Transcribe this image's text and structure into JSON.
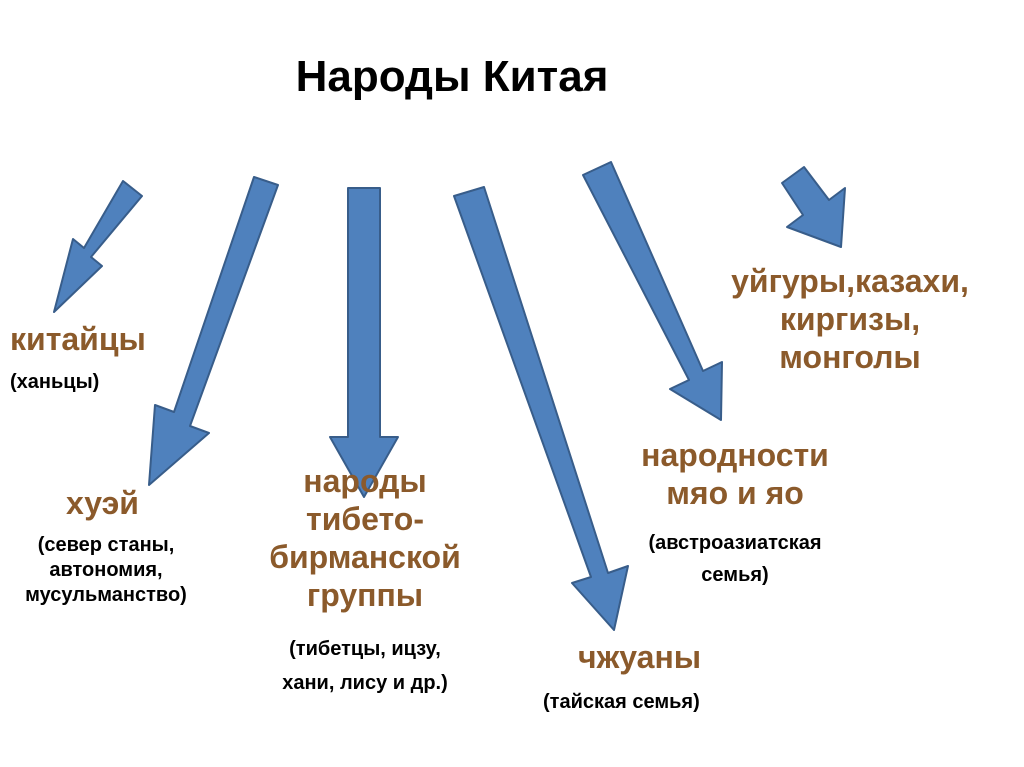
{
  "title": "Народы Китая",
  "colors": {
    "arrow_fill": "#4f81bd",
    "arrow_stroke": "#385d8a",
    "group_text": "#8b5a2b",
    "note_text": "#000000"
  },
  "groups": [
    {
      "name": "китайцы",
      "note": "(ханьцы)"
    },
    {
      "name": "хуэй",
      "note_lines": [
        "(север станы,",
        "автономия,",
        "мусульманство)"
      ]
    },
    {
      "name_lines": [
        "народы",
        "тибето-",
        "бирманской",
        "группы"
      ],
      "note_lines": [
        "(тибетцы, ицзу,",
        "хани, лису и др.)"
      ]
    },
    {
      "name": "чжуаны",
      "note": "(тайская семья)"
    },
    {
      "name_lines": [
        "народности",
        "мяо и яо"
      ],
      "note_lines": [
        "(австроазиатская",
        "семья)"
      ]
    },
    {
      "name_lines": [
        "уйгуры,казахи,",
        "киргизы,",
        "монголы"
      ]
    }
  ]
}
